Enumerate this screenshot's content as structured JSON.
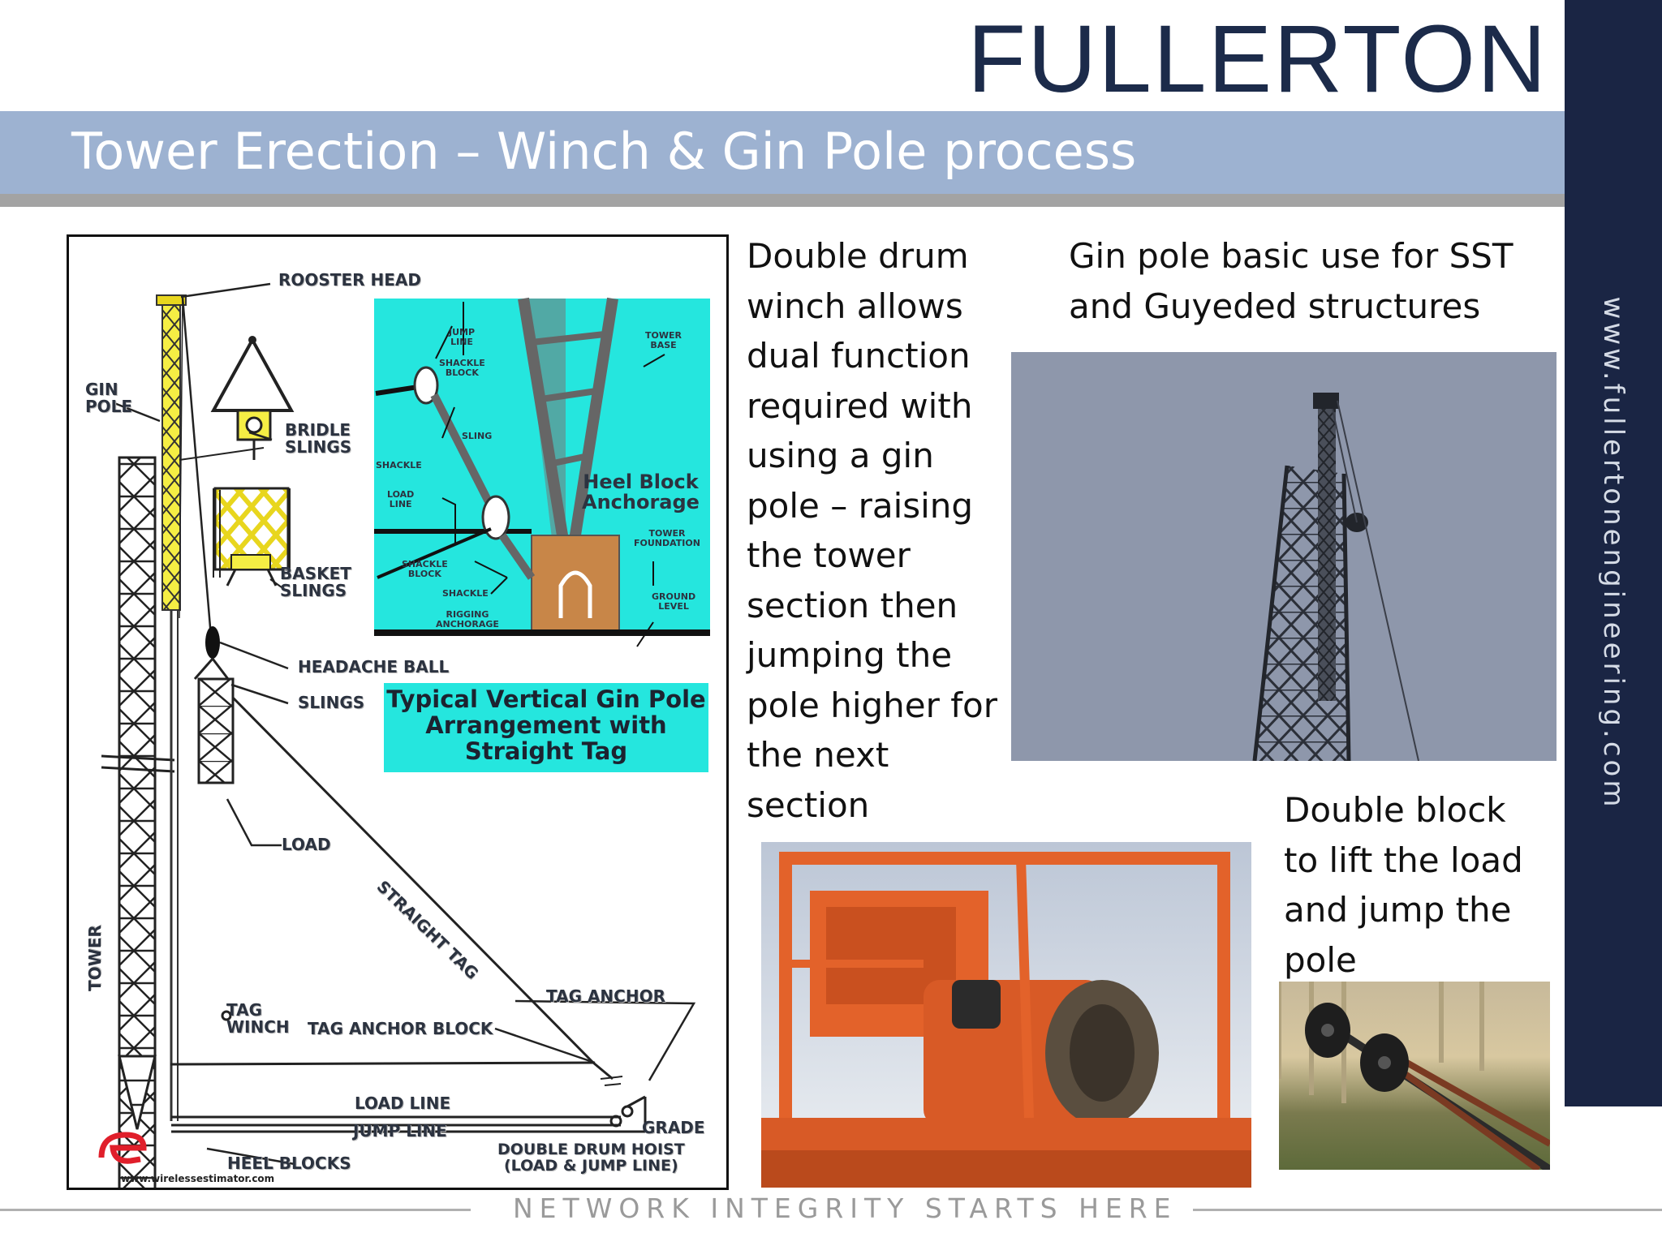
{
  "logo": "FULLERTON",
  "title": "Tower Erection – Winch & Gin Pole process",
  "side_url": "www.fullertonengineering.com",
  "diagram": {
    "labels": {
      "rooster_head": "ROOSTER HEAD",
      "gin_pole": "GIN\nPOLE",
      "bridle_slings": "BRIDLE\nSLINGS",
      "basket_slings": "BASKET\nSLINGS",
      "headache_ball": "HEADACHE BALL",
      "slings": "SLINGS",
      "load": "LOAD",
      "straight_tag": "STRAIGHT TAG",
      "tower": "TOWER",
      "tag_winch": "TAG\nWINCH",
      "tag_anchor_block": "TAG ANCHOR BLOCK",
      "tag_anchor": "TAG ANCHOR",
      "load_line": "LOAD LINE",
      "jump_line": "JUMP LINE",
      "grade": "GRADE",
      "double_drum_hoist": "DOUBLE DRUM HOIST\n(LOAD & JUMP LINE)",
      "heel_blocks": "HEEL BLOCKS"
    },
    "inset_labels": {
      "jump_line": "JUMP\nLINE",
      "shackle_block_top": "SHACKLE\nBLOCK",
      "sling": "SLING",
      "shackle_top": "SHACKLE",
      "load_line": "LOAD\nLINE",
      "shackle_block": "SHACKLE\nBLOCK",
      "shackle": "SHACKLE",
      "rigging_anchorage": "RIGGING\nANCHORAGE",
      "tower_base": "TOWER\nBASE",
      "heel_block_anchorage": "Heel Block\nAnchorage",
      "tower_foundation": "TOWER\nFOUNDATION",
      "ground_level": "GROUND\nLEVEL"
    },
    "caption": "Typical Vertical Gin Pole\nArrangement with\nStraight Tag",
    "credit_url": "www.wirelessestimator.com"
  },
  "texts": {
    "winch": "Double drum\nwinch allows\ndual function\nrequired with\nusing a gin\npole – raising\nthe tower\nsection then\njumping the\npole higher for\nthe next\nsection",
    "gin_pole": "Gin pole basic use for SST\nand Guyeded structures",
    "double_block": "Double block\nto lift the load\nand jump the\npole"
  },
  "footer": "NETWORK INTEGRITY STARTS HERE",
  "colors": {
    "navy": "#1a2544",
    "title_bar": "#9db2d1",
    "cyan": "#25e6de",
    "winch_orange": "#e3622a",
    "sky": "#8e97ab"
  }
}
